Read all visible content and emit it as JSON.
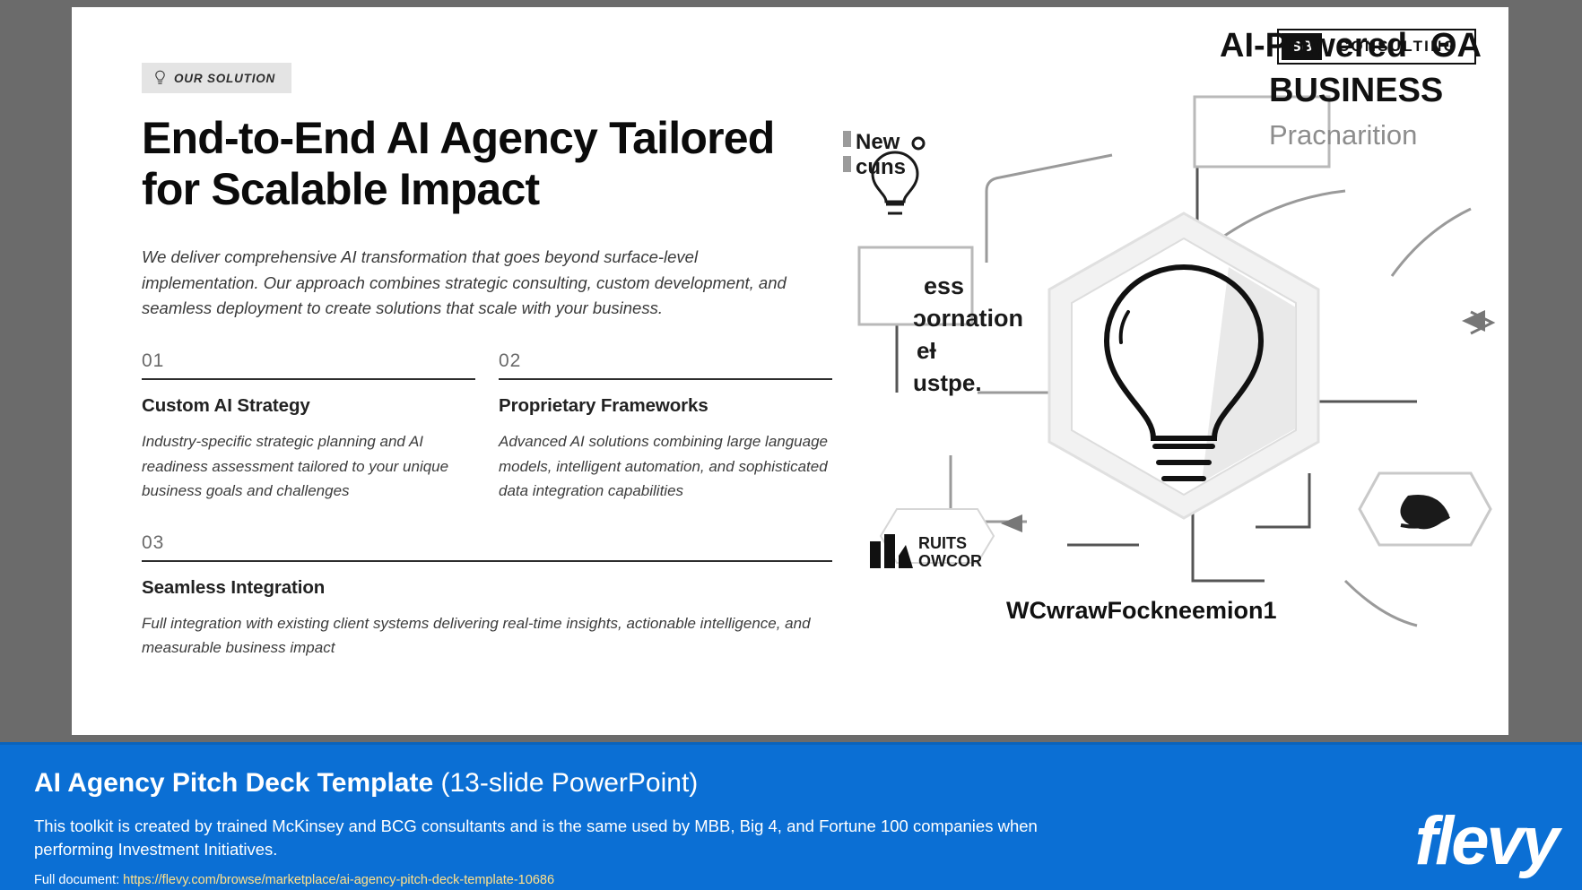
{
  "slide": {
    "logo": {
      "mark": "SB",
      "word": "CONSULTING"
    },
    "eyebrow": {
      "icon": "lightbulb-icon",
      "label": "OUR SOLUTION"
    },
    "title": "End-to-End AI Agency Tailored for Scalable Impact",
    "subtitle": "We deliver comprehensive AI transformation that goes beyond surface-level implementation. Our approach combines strategic consulting, custom development, and seamless deployment to create solutions that scale with your business.",
    "features": [
      {
        "number": "01",
        "title": "Custom AI Strategy",
        "description": "Industry-specific strategic planning and AI readiness assessment tailored to your unique business goals and challenges"
      },
      {
        "number": "02",
        "title": "Proprietary Frameworks",
        "description": "Advanced AI solutions combining large language models, intelligent automation, and sophisticated data integration capabilities"
      },
      {
        "number": "03",
        "title": "Seamless Integration",
        "description": "Full integration with existing client systems delivering real-time insights, actionable intelligence, and measurable business impact"
      }
    ],
    "graphic": {
      "heading_line1": "AI-Powered",
      "heading_line1_suffix": "ΘА",
      "heading_line2": "BUSINESS",
      "subheading": "Pracnarition",
      "node_top_left_line1": "New",
      "node_top_left_line2": "cuns",
      "node_left_line1": "ess",
      "node_left_line2": "ɔornation",
      "node_left_line3": "eƗ",
      "node_left_line4": "ustpe.",
      "node_chart_line1": "RUITS",
      "node_chart_line2": "OWCOR",
      "caption_bottom": "WCwrawFockneemion1"
    }
  },
  "footer": {
    "title_main": "AI Agency Pitch Deck Template",
    "title_sub": "(13-slide PowerPoint)",
    "description": "This toolkit is created by trained McKinsey and BCG consultants and is the same used by MBB, Big 4, and Fortune 100 companies when performing Investment Initiatives.",
    "link_label": "Full document: ",
    "link_url": "https://flevy.com/browse/marketplace/ai-agency-pitch-deck-template-10686",
    "brand": "flevy",
    "accent_color": "#0b6fd4",
    "link_color": "#ffe08a"
  }
}
